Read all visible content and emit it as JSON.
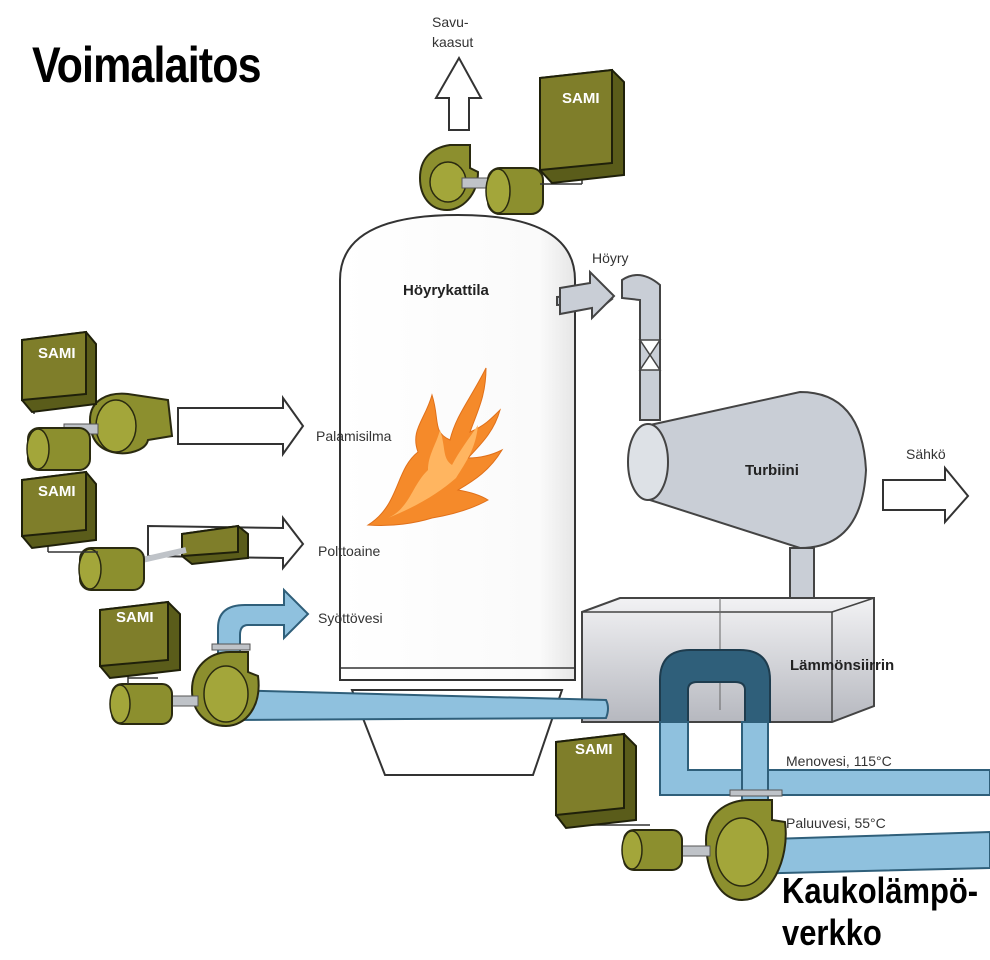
{
  "title": "Voimalaitos",
  "labels": {
    "flue_gas_line1": "Savu-",
    "flue_gas_line2": "kaasut",
    "boiler": "Höyrykattila",
    "steam": "Höyry",
    "combustion_air": "Palamisilma",
    "fuel": "Polttoaine",
    "feed_water": "Syöttövesi",
    "turbine": "Turbiini",
    "electricity": "Sähkö",
    "heat_exchanger": "Lämmönsiirrin",
    "supply_water": "Menovesi, 115°C",
    "return_water": "Paluuvesi, 55°C",
    "district_heat_line1": "Kaukolämpö-",
    "district_heat_line2": "verkko"
  },
  "sami_label": "SAMI",
  "colors": {
    "motor": "#8c8f2e",
    "motor_dark": "#5a5c1a",
    "cabinet": "#7f7e2a",
    "pipe_blue": "#8fc1de",
    "pipe_dark": "#2f5f7a",
    "steam_gray": "#c9ced6",
    "flame_orange": "#f58a2a",
    "flame_light": "#ffb560"
  }
}
